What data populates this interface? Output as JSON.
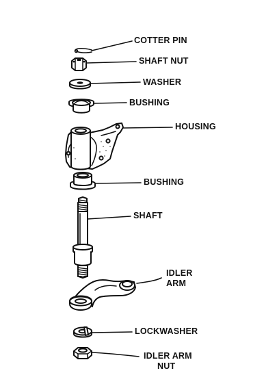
{
  "labels": {
    "cotter_pin": "COTTER PIN",
    "shaft_nut": "SHAFT NUT",
    "washer": "WASHER",
    "bushing_upper": "BUSHING",
    "housing": "HOUSING",
    "bushing_lower": "BUSHING",
    "shaft": "SHAFT",
    "idler_arm_line1": "IDLER",
    "idler_arm_line2": "ARM",
    "lockwasher": "LOCKWASHER",
    "idler_arm_nut_line1": "IDLER ARM",
    "idler_arm_nut_line2": "NUT"
  },
  "parts": [
    {
      "id": "cotter-pin",
      "icon": "cotter-pin-icon"
    },
    {
      "id": "shaft-nut",
      "icon": "castle-nut-icon"
    },
    {
      "id": "washer",
      "icon": "flat-washer-icon"
    },
    {
      "id": "bushing-upper",
      "icon": "flanged-bushing-icon"
    },
    {
      "id": "housing",
      "icon": "bracket-housing-icon"
    },
    {
      "id": "bushing-lower",
      "icon": "flanged-bushing-icon"
    },
    {
      "id": "shaft",
      "icon": "threaded-shaft-icon"
    },
    {
      "id": "idler-arm",
      "icon": "idler-arm-icon"
    },
    {
      "id": "lockwasher",
      "icon": "split-lockwasher-icon"
    },
    {
      "id": "idler-arm-nut",
      "icon": "hex-nut-icon"
    }
  ]
}
